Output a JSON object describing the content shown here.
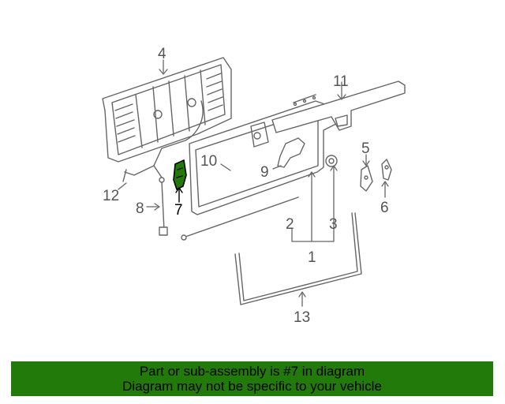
{
  "callouts": {
    "c1": "1",
    "c2": "2",
    "c3": "3",
    "c4": "4",
    "c5": "5",
    "c6": "6",
    "c7": "7",
    "c8": "8",
    "c9": "9",
    "c10": "10",
    "c11": "11",
    "c12": "12",
    "c13": "13"
  },
  "highlight": {
    "part": "7",
    "color": "#217a0a"
  },
  "banner": {
    "line1": "Part or sub-assembly is #7 in diagram",
    "line2": "Diagram may not be specific to your vehicle",
    "color": "#217a0a"
  }
}
